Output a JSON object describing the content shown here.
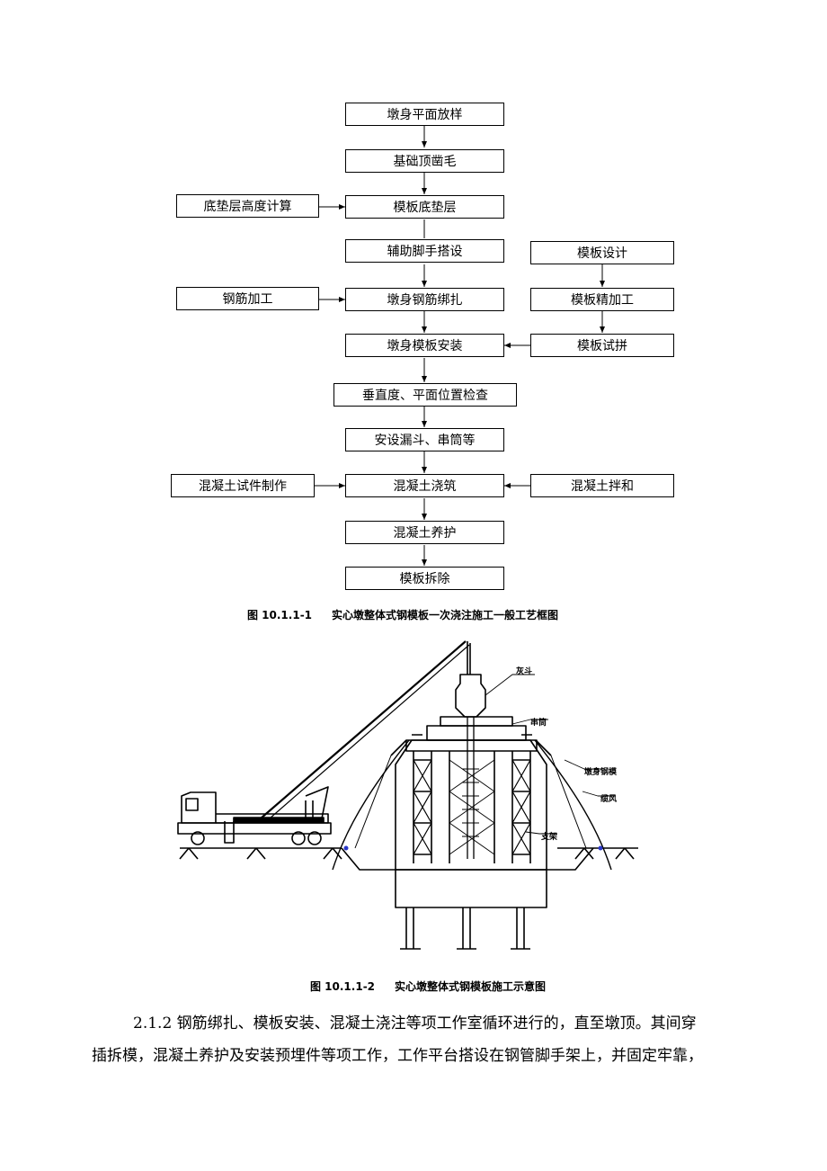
{
  "flowchart": {
    "main_steps": [
      "墩身平面放样",
      "基础顶凿毛",
      "模板底垫层",
      "辅助脚手搭设",
      "墩身钢筋绑扎",
      "墩身模板安装",
      "垂直度、平面位置检查",
      "安设漏斗、串筒等",
      "混凝土浇筑",
      "混凝土养护",
      "模板拆除"
    ],
    "left_inputs": [
      "底垫层高度计算",
      "钢筋加工",
      "混凝土试件制作"
    ],
    "right_inputs": [
      "模板设计",
      "模板精加工",
      "模板试拼",
      "混凝土拌和"
    ]
  },
  "figure1": {
    "number": "图 10.1.1-1",
    "title": "实心墩整体式钢模板一次浇注施工一般工艺框图"
  },
  "figure2": {
    "number": "图 10.1.1-2",
    "title": "实心墩整体式钢模板施工示意图",
    "labels": {
      "funnel": "灰斗",
      "chute": "串筒",
      "formwork": "墩身钢模",
      "guy": "缆风",
      "support": "支架"
    }
  },
  "body_text": {
    "line1": "2.1.2 钢筋绑扎、模板安装、混凝土浇注等项工作室循环进行的，直至墩顶。其间穿",
    "line2": "插拆模，混凝土养护及安装预埋件等项工作，工作平台搭设在钢管脚手架上，并固定牢靠，"
  }
}
